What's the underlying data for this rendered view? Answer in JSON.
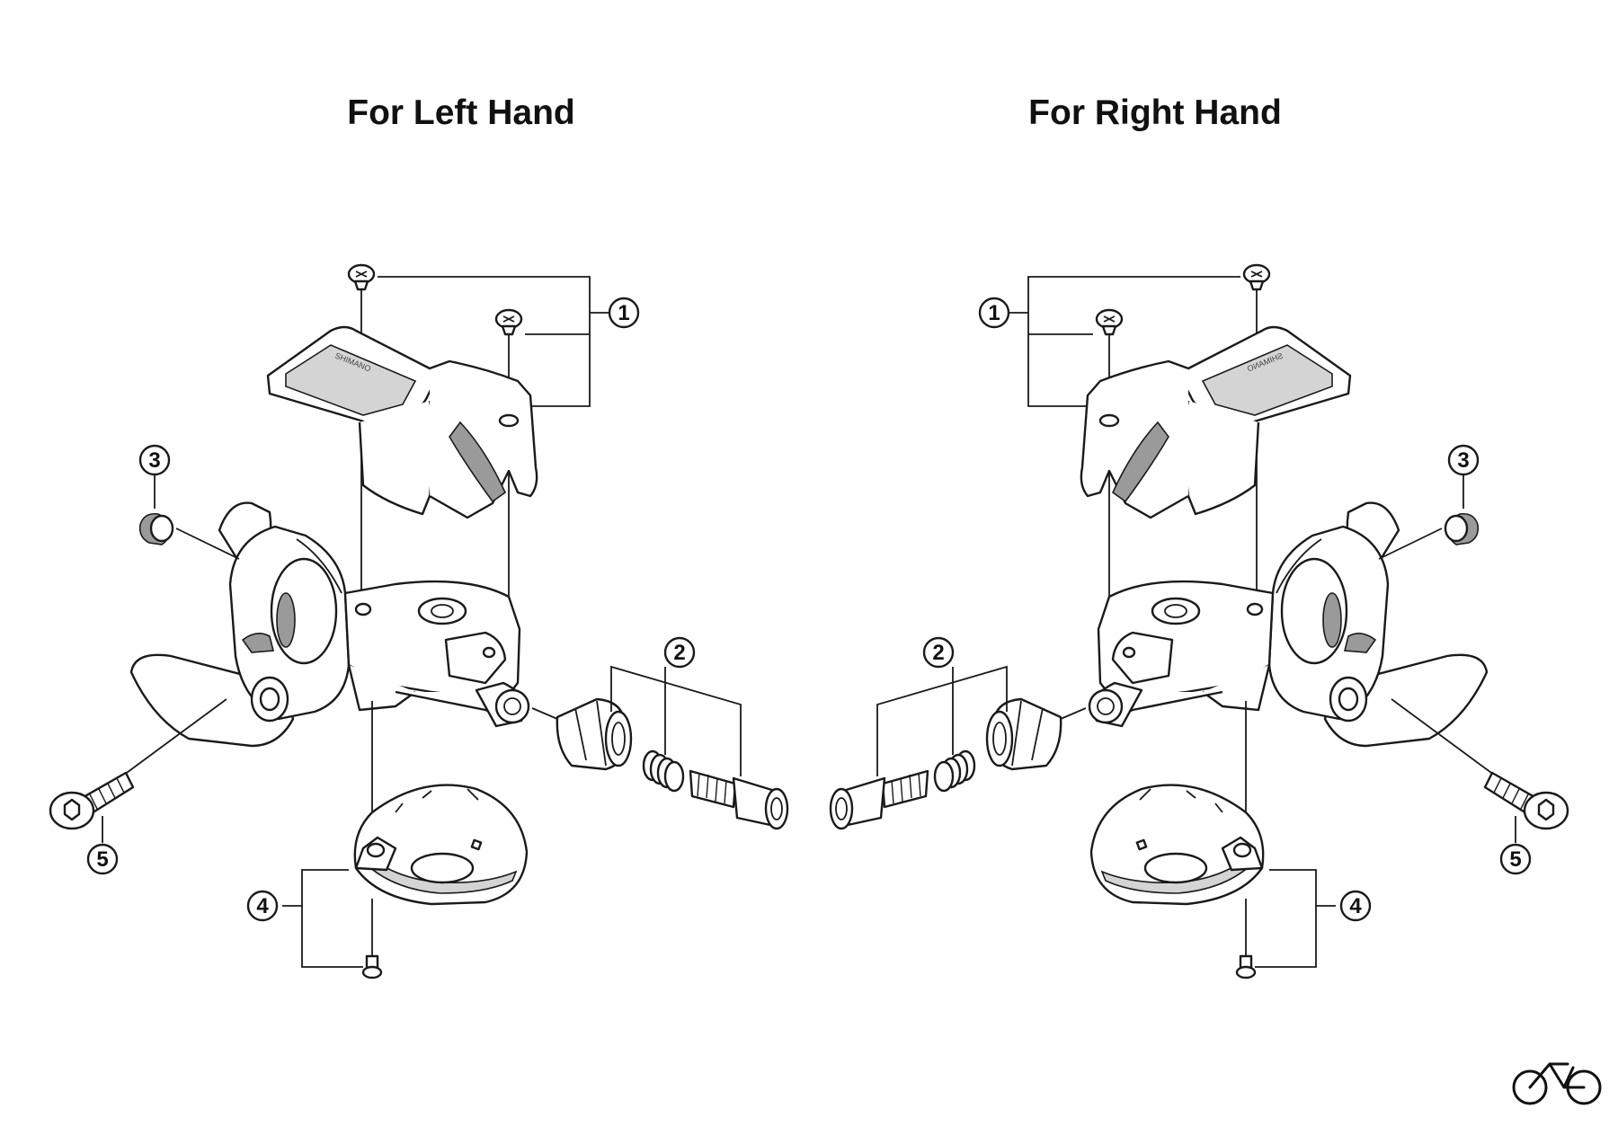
{
  "headings": {
    "left": "For Left Hand",
    "right": "For Right Hand"
  },
  "callouts": {
    "left": [
      "1",
      "2",
      "3",
      "4",
      "5"
    ],
    "right": [
      "1",
      "2",
      "3",
      "4",
      "5"
    ]
  },
  "icons": {
    "corner_logo": "bicycle-icon",
    "brand_badge": "shimano-logo"
  },
  "colors": {
    "line": "#1a1a1a",
    "shade": "#9a9a9a",
    "background": "#ffffff"
  }
}
